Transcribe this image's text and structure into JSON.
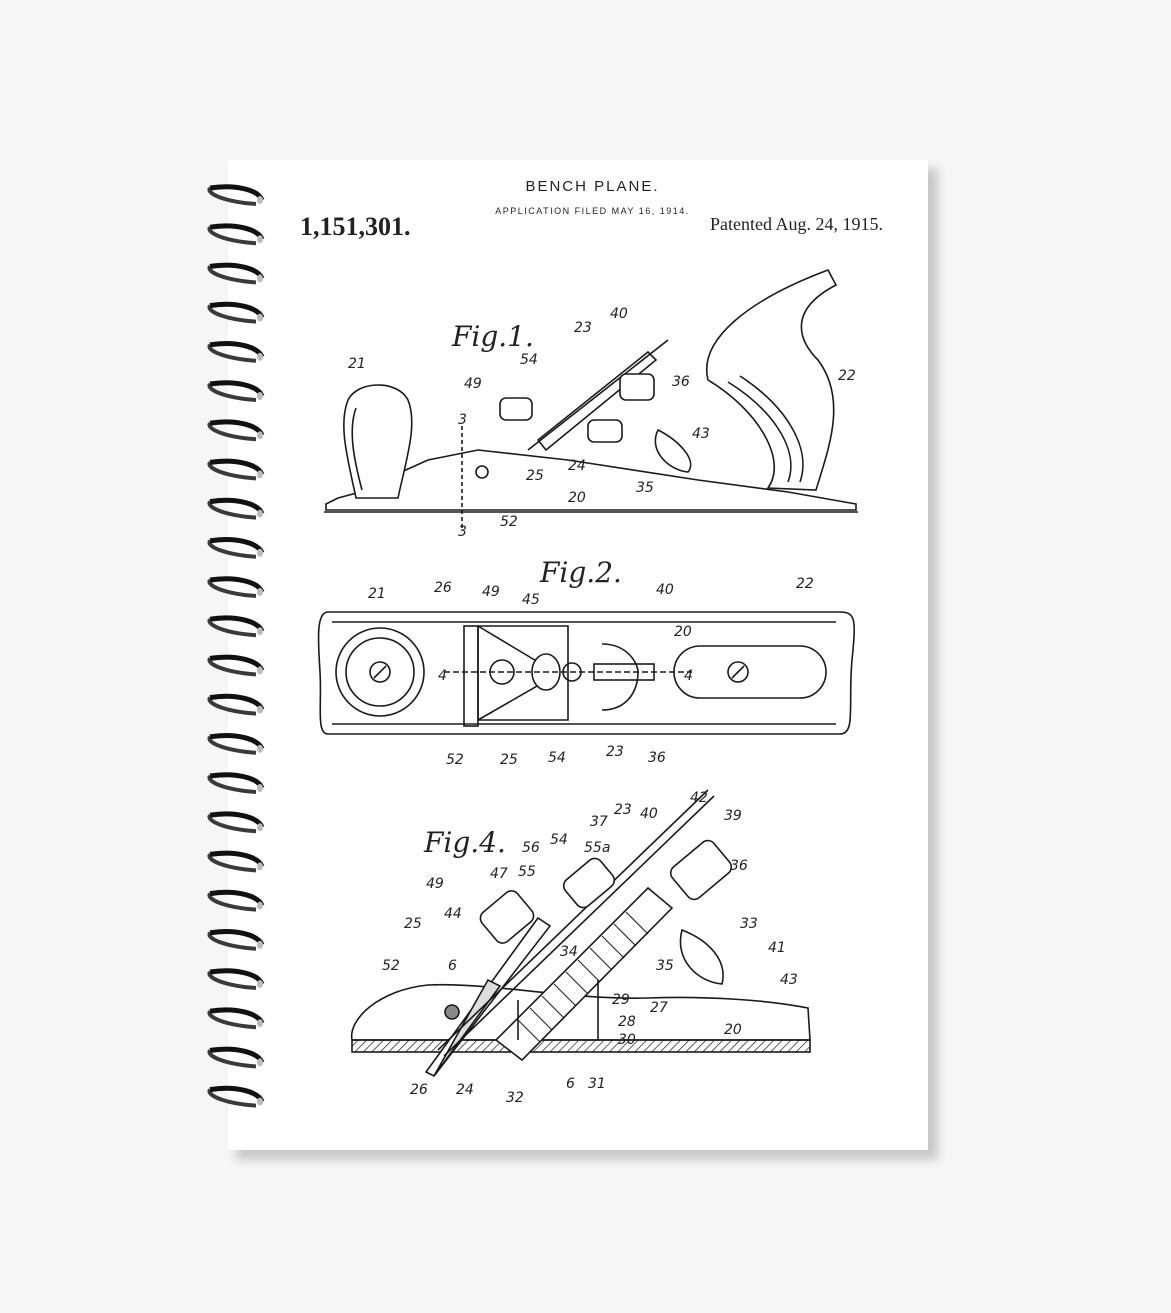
{
  "header": {
    "title": "BENCH PLANE.",
    "application_filed": "APPLICATION FILED MAY 16, 1914.",
    "patent_number": "1,151,301.",
    "patented_date": "Patented Aug. 24, 1915."
  },
  "figures": {
    "fig1": {
      "label": "Fig.1.",
      "callouts": [
        "40",
        "23",
        "54",
        "49",
        "36",
        "21",
        "22",
        "3",
        "43",
        "25",
        "24",
        "35",
        "20",
        "52",
        "3"
      ]
    },
    "fig2": {
      "label": "Fig.2.",
      "callouts": [
        "21",
        "26",
        "49",
        "45",
        "40",
        "22",
        "20",
        "4",
        "4",
        "52",
        "25",
        "54",
        "23",
        "36"
      ]
    },
    "fig4": {
      "label": "Fig.4.",
      "callouts": [
        "42",
        "39",
        "37",
        "23",
        "40",
        "56",
        "54",
        "55a",
        "36",
        "49",
        "47",
        "55",
        "25",
        "44",
        "33",
        "41",
        "34",
        "6",
        "35",
        "43",
        "52",
        "29",
        "27",
        "28",
        "20",
        "30",
        "26",
        "24",
        "32",
        "6",
        "31"
      ]
    }
  }
}
